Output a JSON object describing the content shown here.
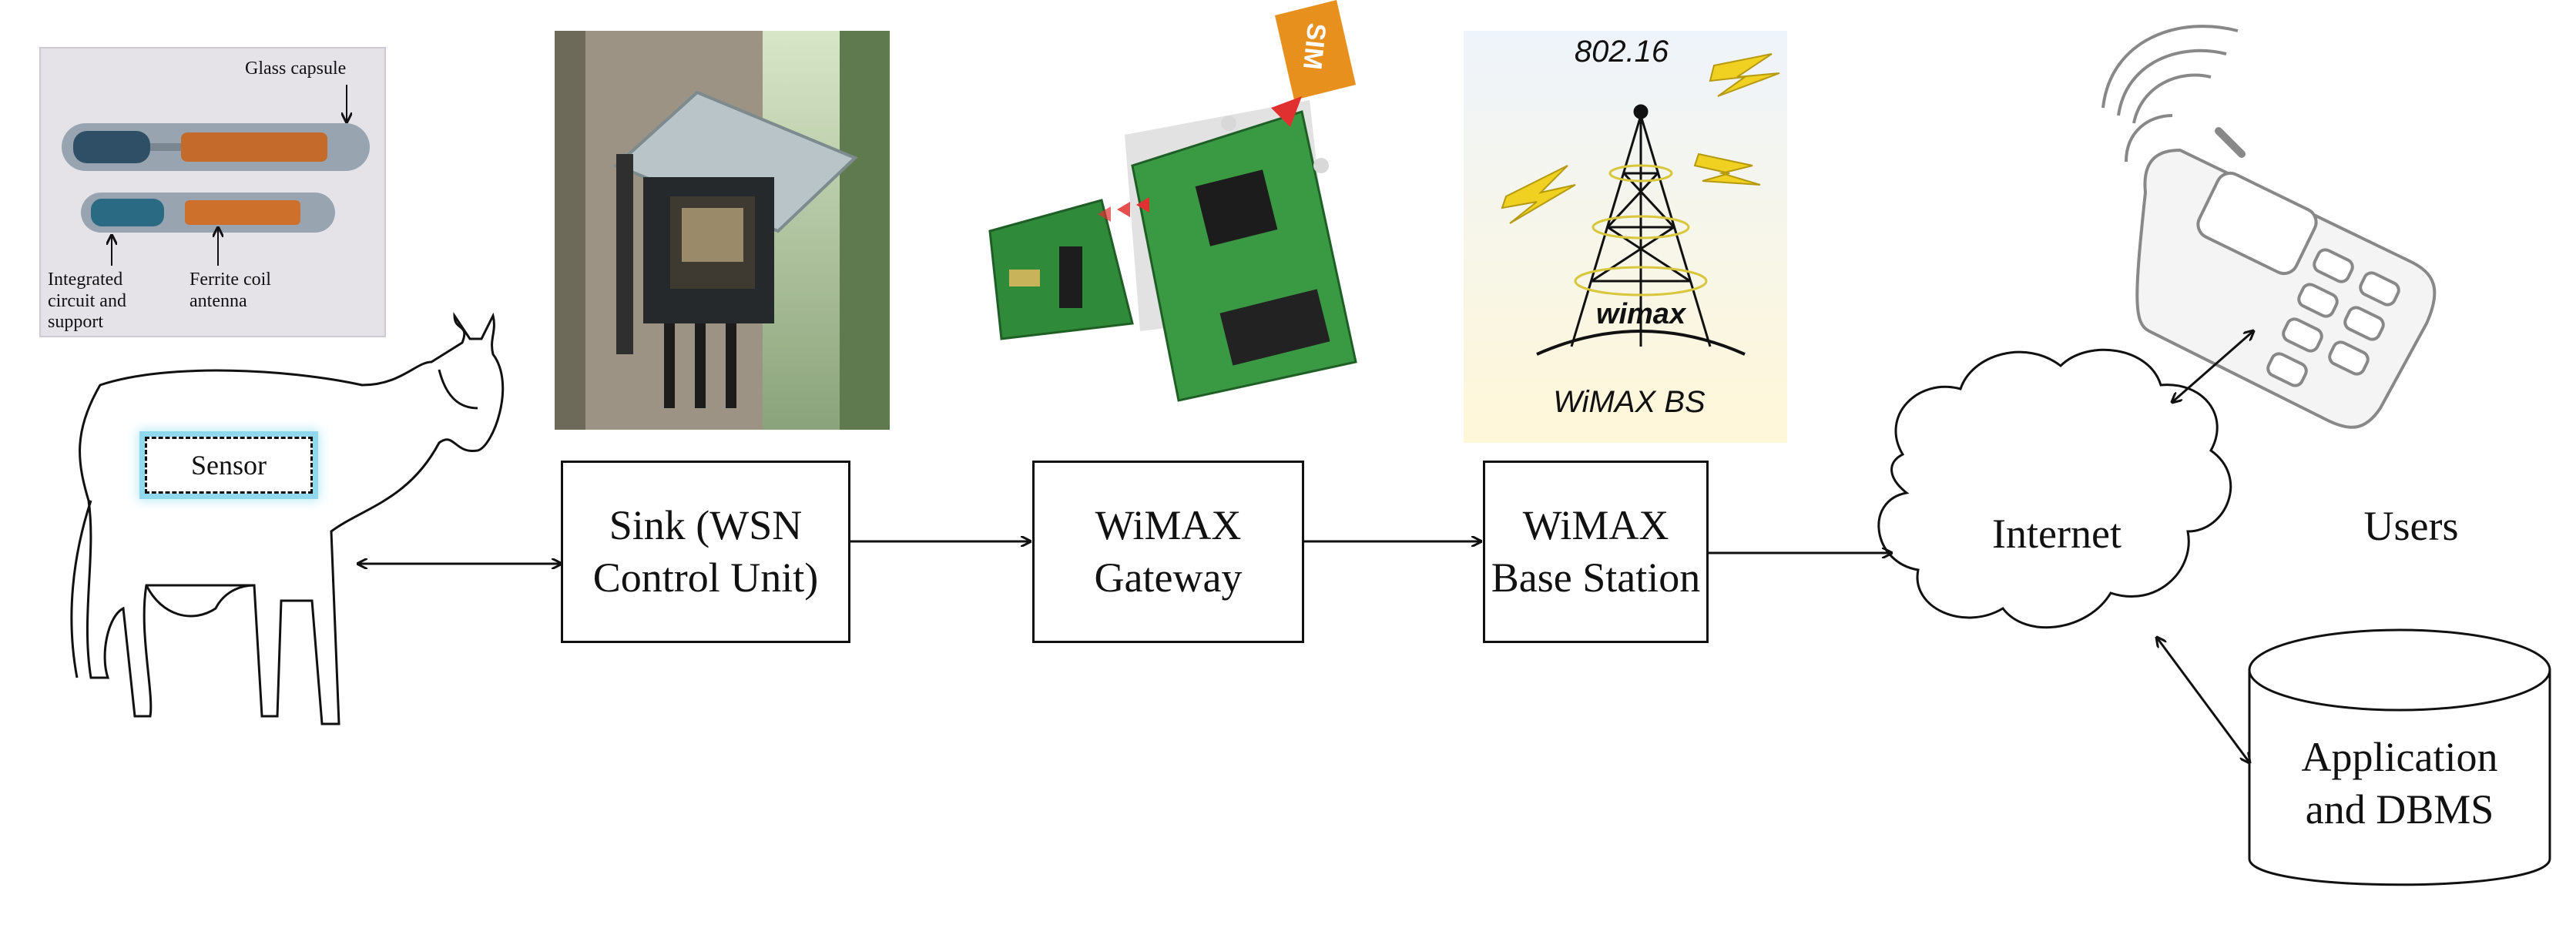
{
  "rfid_photo": {
    "glass_capsule": "Glass capsule",
    "integrated_circuit": "Integrated\ncircuit and\nsupport",
    "ferrite_coil": "Ferrite coil\nantenna"
  },
  "cow": {
    "sensor_label": "Sensor"
  },
  "gateway_photo": {
    "sim_text": "SIM"
  },
  "tower_photo": {
    "standard": "802.16",
    "brand": "wimax",
    "caption": "WiMAX BS"
  },
  "nodes": {
    "sink": "Sink (WSN\nControl Unit)",
    "gateway": "WiMAX\nGateway",
    "base_station": "WiMAX\nBase Station",
    "internet": "Internet",
    "users": "Users",
    "app_db": "Application\nand DBMS"
  },
  "colors": {
    "line": "#111111",
    "sensor_glow": "#8fd8ee",
    "pcb_green": "#2f8a3a",
    "sim_orange": "#e8901e",
    "arrow_red": "#e03030",
    "lightning": "#f0d020"
  }
}
